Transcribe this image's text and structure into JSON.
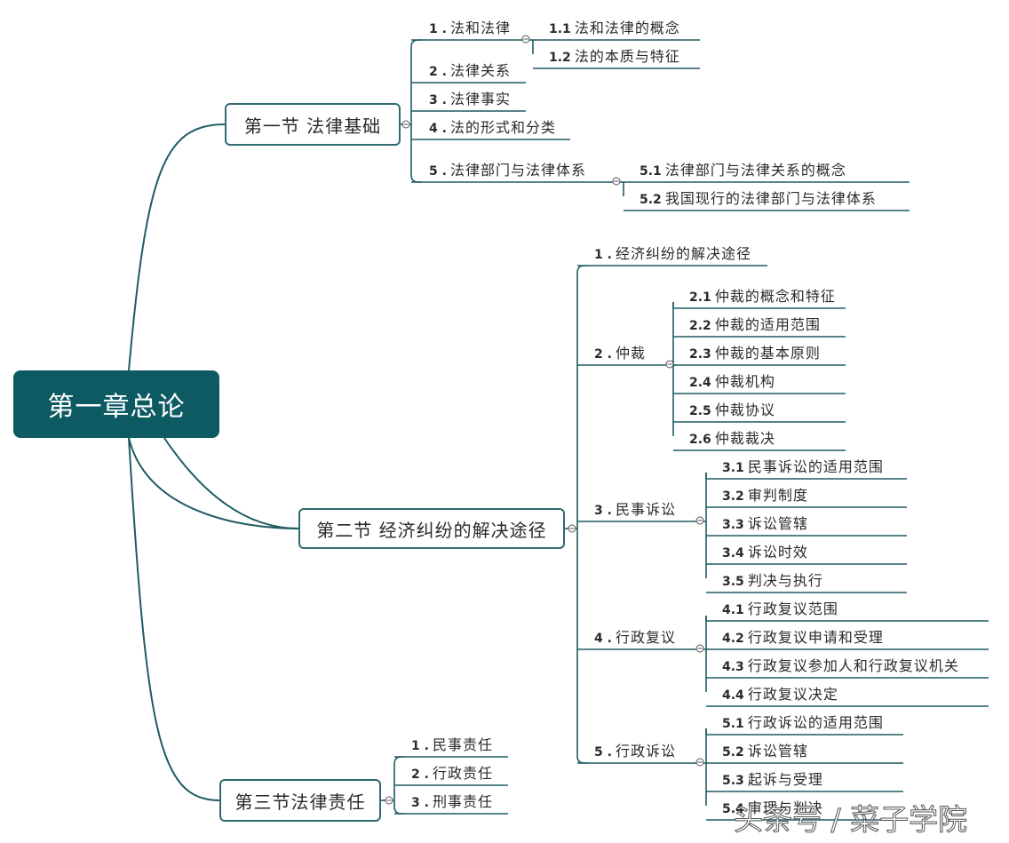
{
  "root": {
    "title": "第一章总论"
  },
  "sections": [
    {
      "title": "第一节  法律基础",
      "items": [
        {
          "num": "1",
          "label": "法和法律",
          "children": [
            {
              "num": "1.1",
              "label": "法和法律的概念"
            },
            {
              "num": "1.2",
              "label": "法的本质与特征"
            }
          ]
        },
        {
          "num": "2",
          "label": "法律关系",
          "children": []
        },
        {
          "num": "3",
          "label": "法律事实",
          "children": []
        },
        {
          "num": "4",
          "label": "法的形式和分类",
          "children": []
        },
        {
          "num": "5",
          "label": "法律部门与法律体系",
          "children": [
            {
              "num": "5.1",
              "label": "法律部门与法律关系的概念"
            },
            {
              "num": "5.2",
              "label": "我国现行的法律部门与法律体系"
            }
          ]
        }
      ]
    },
    {
      "title": "第二节 经济纠纷的解决途径",
      "items": [
        {
          "num": "1",
          "label": "经济纠纷的解决途径",
          "children": []
        },
        {
          "num": "2",
          "label": "仲裁",
          "children": [
            {
              "num": "2.1",
              "label": "仲裁的概念和特征"
            },
            {
              "num": "2.2",
              "label": "仲裁的适用范围"
            },
            {
              "num": "2.3",
              "label": "仲裁的基本原则"
            },
            {
              "num": "2.4",
              "label": "仲裁机构"
            },
            {
              "num": "2.5",
              "label": "仲裁协议"
            },
            {
              "num": "2.6",
              "label": "仲裁裁决"
            }
          ]
        },
        {
          "num": "3",
          "label": "民事诉讼",
          "children": [
            {
              "num": "3.1",
              "label": "民事诉讼的适用范围"
            },
            {
              "num": "3.2",
              "label": "审判制度"
            },
            {
              "num": "3.3",
              "label": "诉讼管辖"
            },
            {
              "num": "3.4",
              "label": "诉讼时效"
            },
            {
              "num": "3.5",
              "label": "判决与执行"
            }
          ]
        },
        {
          "num": "4",
          "label": "行政复议",
          "children": [
            {
              "num": "4.1",
              "label": "行政复议范围"
            },
            {
              "num": "4.2",
              "label": "行政复议申请和受理"
            },
            {
              "num": "4.3",
              "label": "行政复议参加人和行政复议机关"
            },
            {
              "num": "4.4",
              "label": "行政复议决定"
            }
          ]
        },
        {
          "num": "5",
          "label": "行政诉讼",
          "children": [
            {
              "num": "5.1",
              "label": "行政诉讼的适用范围"
            },
            {
              "num": "5.2",
              "label": "诉讼管辖"
            },
            {
              "num": "5.3",
              "label": "起诉与受理"
            },
            {
              "num": "5.4",
              "label": "审理与判决"
            }
          ]
        }
      ]
    },
    {
      "title": "第三节法律责任",
      "items": [
        {
          "num": "1",
          "label": "民事责任",
          "children": []
        },
        {
          "num": "2",
          "label": "行政责任",
          "children": []
        },
        {
          "num": "3",
          "label": "刑事责任",
          "children": []
        }
      ]
    }
  ],
  "watermark": "头条号 / 菜子学院",
  "colors": {
    "line": "#1e5c62",
    "root_fill": "#0e5a63",
    "box_border": "#2f6b70"
  }
}
